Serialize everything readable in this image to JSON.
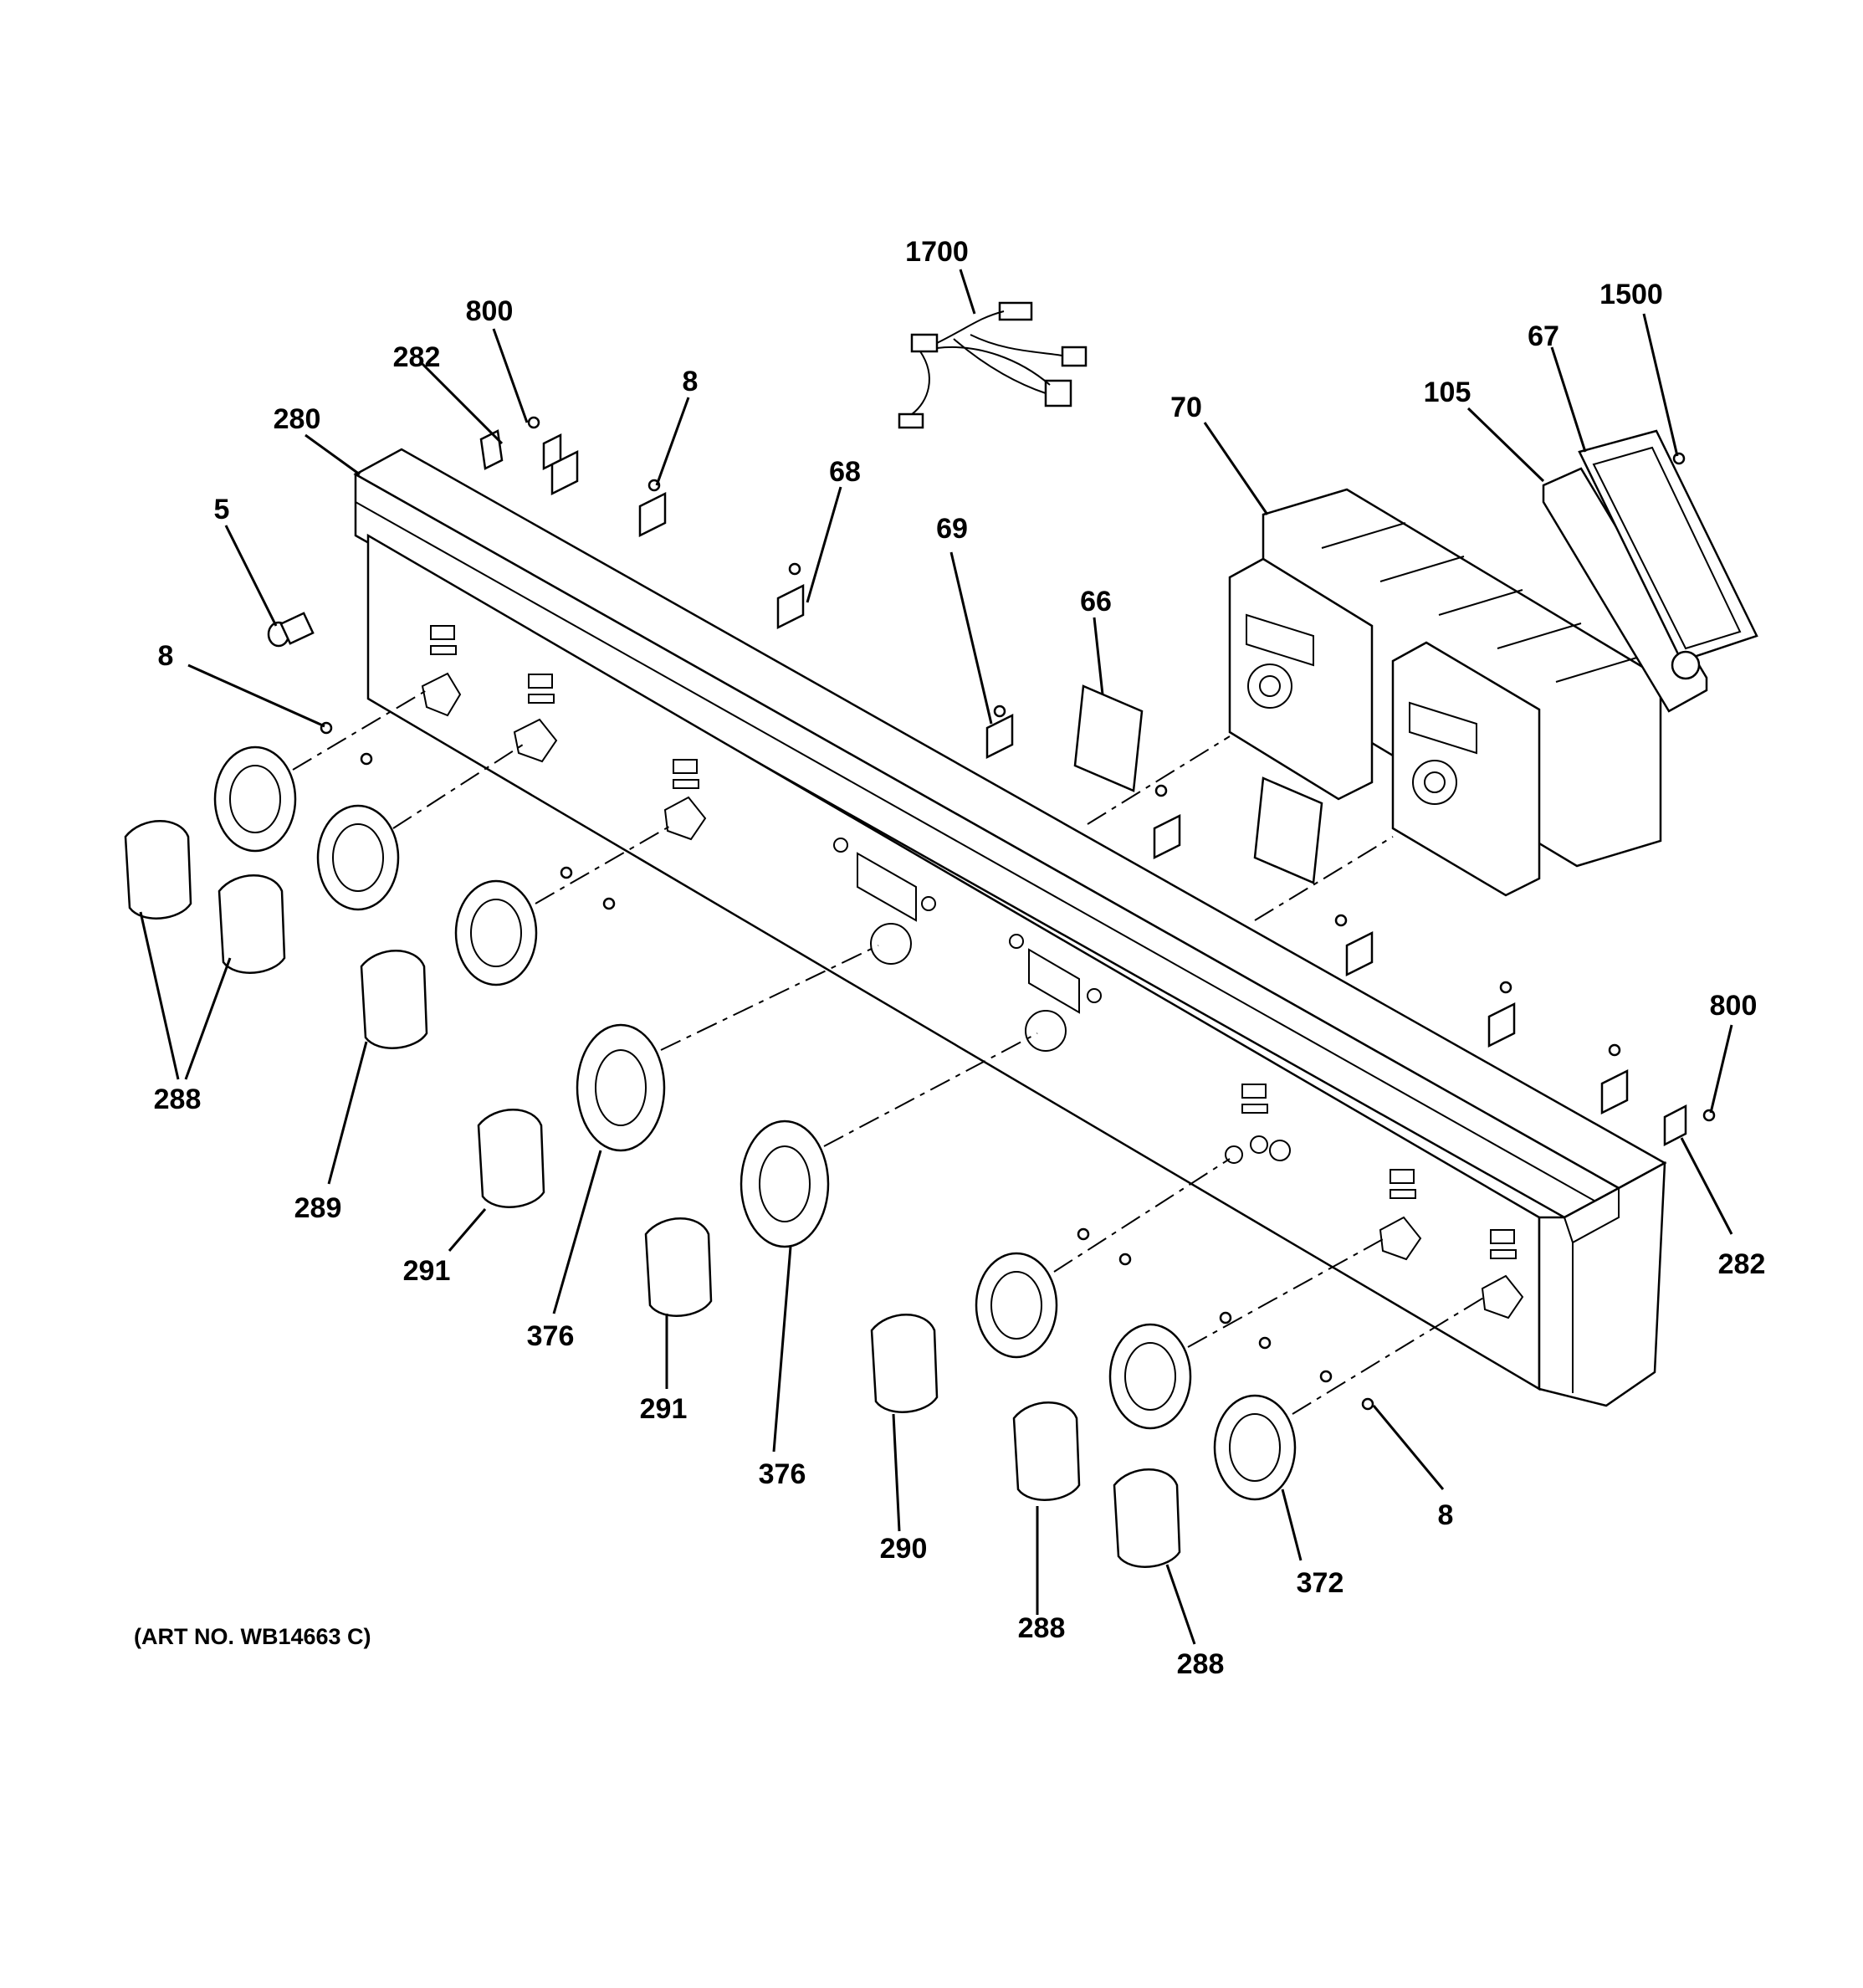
{
  "callouts": [
    "1700",
    "800",
    "282",
    "8",
    "1500",
    "67",
    "105",
    "70",
    "280",
    "68",
    "5",
    "69",
    "66",
    "8",
    "800",
    "288",
    "289",
    "291",
    "376",
    "282",
    "291",
    "376",
    "290",
    "8",
    "372",
    "288",
    "288"
  ],
  "art_number": "(ART NO. WB14663 C)"
}
